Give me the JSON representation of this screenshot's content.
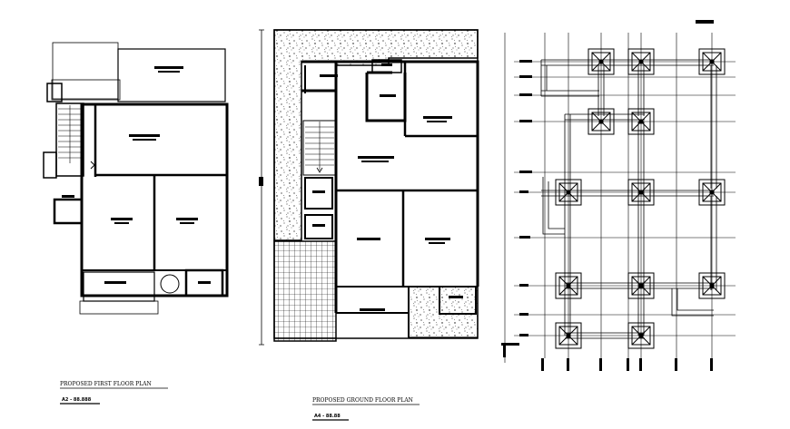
{
  "drawings": {
    "first_floor": {
      "title": "PROPOSED FIRST FLOOR PLAN",
      "scale_label": "A2 - 88.888"
    },
    "ground_floor": {
      "title": "PROPOSED GROUND FLOOR PLAN",
      "scale_label": "A4 - 88.88"
    },
    "column_layout": {
      "title": ""
    }
  },
  "colors": {
    "line": "#000000",
    "background": "#ffffff"
  }
}
